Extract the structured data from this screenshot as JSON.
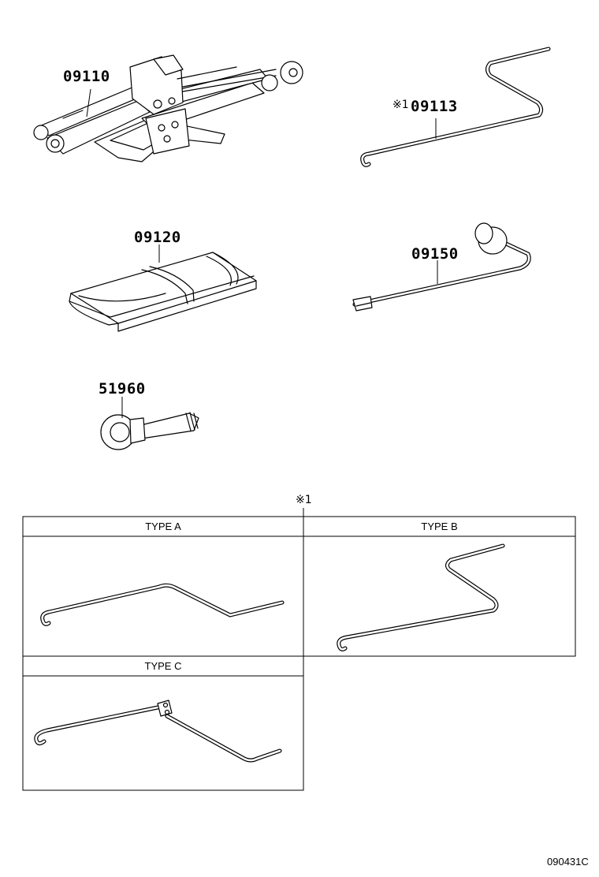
{
  "parts": {
    "jack": {
      "number": "09110"
    },
    "jack_handle": {
      "marker": "※1",
      "number": "09113"
    },
    "tool_bag": {
      "number": "09120"
    },
    "wrench": {
      "number": "09150"
    },
    "towing_eye": {
      "number": "51960"
    }
  },
  "table": {
    "note_marker": "※1",
    "type_a": "TYPE A",
    "type_b": "TYPE B",
    "type_c": "TYPE C"
  },
  "diagram_code": "090431C"
}
